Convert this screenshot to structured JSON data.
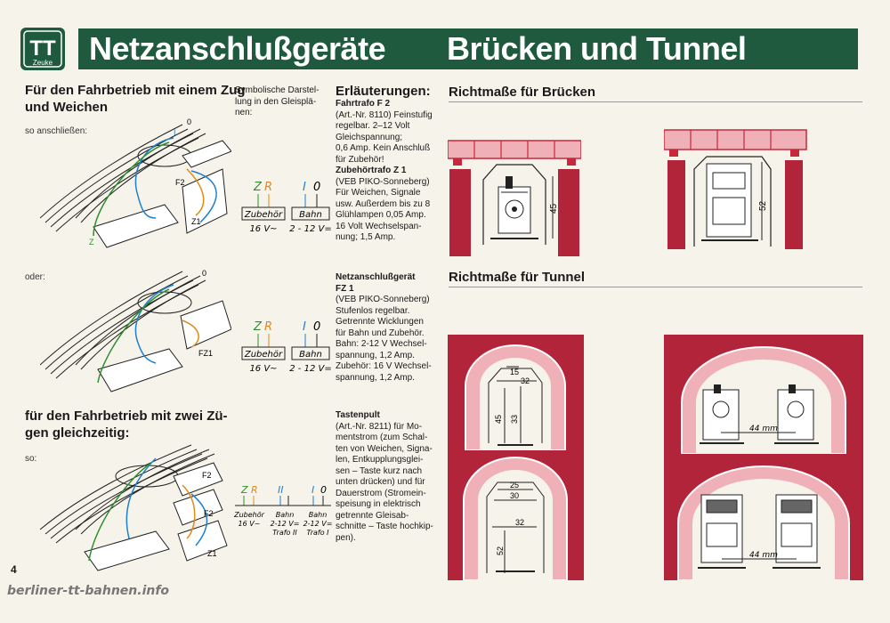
{
  "header": {
    "logo_letters": "TT",
    "logo_sub": "Zeuke",
    "title_left": "Netzanschlußgeräte",
    "title_right": "Brücken und Tunnel"
  },
  "left": {
    "heading1": [
      "Für den Fahrbetrieb mit einem Zug",
      "und Weichen"
    ],
    "connect_label": "so anschließen:",
    "or_label": "oder:",
    "heading2": [
      "für den Fahrbetrieb mit zwei Zü-",
      "gen gleichzeitig:"
    ],
    "so_label": "so:",
    "diagram1_labels": {
      "o": "0",
      "i": "I",
      "f2": "F2",
      "z1": "Z1",
      "z": "Z"
    },
    "diagram2_labels": {
      "o": "0",
      "fz1": "FZ1"
    },
    "diagram3_labels": {
      "f2a": "F2",
      "f2b": "F2",
      "z1": "Z1"
    }
  },
  "symbolic": {
    "caption": [
      "Symbolische Darstel-",
      "lung in den Gleisplä-",
      "nen:"
    ],
    "set1": {
      "z": "Z",
      "r": "R",
      "i": "I",
      "o": "0",
      "zubehoer": "Zubehör",
      "zubehoer_v": "16 V~",
      "bahn": "Bahn",
      "bahn_v": "2 - 12 V="
    },
    "set2": {
      "z": "Z",
      "r": "R",
      "i": "I",
      "o": "0",
      "zubehoer": "Zubehör",
      "zubehoer_v": "16 V~",
      "bahn": "Bahn",
      "bahn_v": "2 - 12 V="
    },
    "set3": {
      "z": "Z",
      "r": "R",
      "ii": "II",
      "i": "I",
      "o": "0",
      "zubehoer": "Zubehör",
      "zubehoer_v": "16 V~",
      "bahn1": "Bahn",
      "bahn1_v": "2-12 V=",
      "bahn1_t": "Trafo II",
      "bahn2": "Bahn",
      "bahn2_v": "2-12 V=",
      "bahn2_t": "Trafo I"
    }
  },
  "explanations": {
    "heading": "Erläuterungen:",
    "block1": {
      "title": "Fahrtrafo F 2",
      "lines": [
        "(Art.-Nr. 8110) Feinstufig",
        "regelbar. 2–12 Volt",
        "Gleichspannung;",
        "0,6 Amp. Kein Anschluß",
        "für Zubehör!"
      ]
    },
    "block2": {
      "title": "Zubehörtrafo Z 1",
      "lines": [
        "(VEB PIKO-Sonneberg)",
        "Für Weichen, Signale",
        "usw. Außerdem bis zu 8",
        "Glühlampen 0,05 Amp.",
        "16 Volt Wechselspan-",
        "nung; 1,5 Amp."
      ]
    },
    "block3": {
      "title": [
        "Netzanschlußgerät",
        "FZ 1"
      ],
      "lines": [
        "(VEB PIKO-Sonneberg)",
        "Stufenlos regelbar.",
        "Getrennte Wicklungen",
        "für Bahn und Zubehör.",
        "Bahn: 2-12 V Wechsel-",
        "spannung, 1,2 Amp.",
        "Zubehör: 16 V Wechsel-",
        "spannung, 1,2 Amp."
      ]
    },
    "block4": {
      "title": "Tastenpult",
      "lines": [
        "(Art.-Nr. 8211) für Mo-",
        "mentstrom (zum Schal-",
        "ten von Weichen, Signa-",
        "len, Entkupplungsglei-",
        "sen – Taste kurz nach",
        "unten drücken) und für",
        "Dauerstrom (Stromein-",
        "speisung in elektrisch",
        "getrennte Gleisab-",
        "schnitte – Taste hochkip-",
        "pen)."
      ]
    }
  },
  "bridges": {
    "heading": "Richtmaße für Brücken",
    "dim_single": "45",
    "dim_double": "52"
  },
  "tunnels": {
    "heading": "Richtmaße für Tunnel",
    "single_top": {
      "d15": "15",
      "d32": "32",
      "d45": "45",
      "d33": "33"
    },
    "single_bottom": {
      "d25": "25",
      "d30": "30",
      "d32": "32",
      "d52": "52"
    },
    "double_top": {
      "d44": "44 mm"
    },
    "double_bottom": {
      "d44": "44 mm"
    }
  },
  "footer": {
    "page_number": "4",
    "watermark": "berliner-tt-bahnen.info"
  },
  "colors": {
    "header_green": "#1f5a3e",
    "tunnel_red": "#b2243a",
    "bridge_red": "#c8283c",
    "bridge_pink": "#efb0b8",
    "wire_blue": "#1e7fd0",
    "wire_green": "#2f8f2f",
    "wire_orange": "#e08a1a"
  }
}
